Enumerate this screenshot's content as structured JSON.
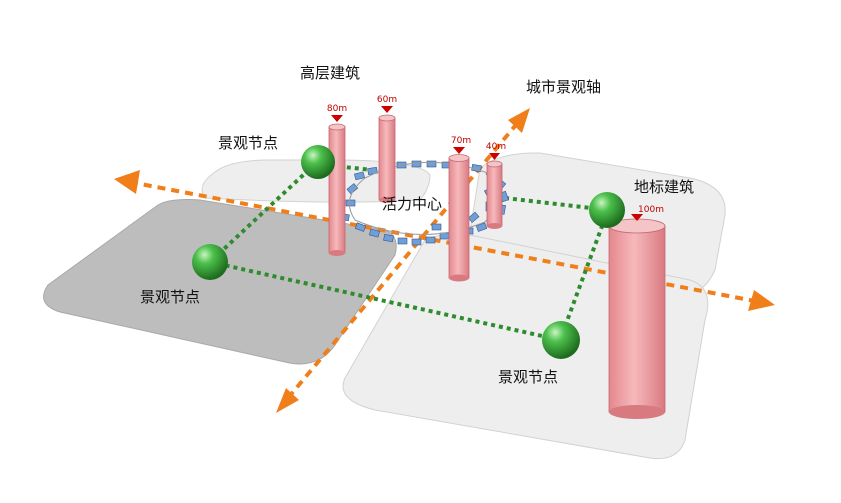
{
  "labels": {
    "high_rise": "高层建筑",
    "city_axis": "城市景观轴",
    "landmark": "地标建筑",
    "activity_center": "活力中心",
    "node_top": "景观节点",
    "node_left": "景观节点",
    "node_bottom": "景观节点"
  },
  "heights": {
    "b1": "80m",
    "b2": "60m",
    "b3": "70m",
    "b4": "40m",
    "landmark": "100m"
  },
  "colors": {
    "axis": "#f07f1a",
    "path": "#2e8b2e",
    "node": "#3cb33c",
    "building": "#f0a0a4",
    "marker": "#cc0000",
    "block_light": "#ececec",
    "block_dark": "#bdbdbd",
    "small_block": "#6f9fd8"
  }
}
